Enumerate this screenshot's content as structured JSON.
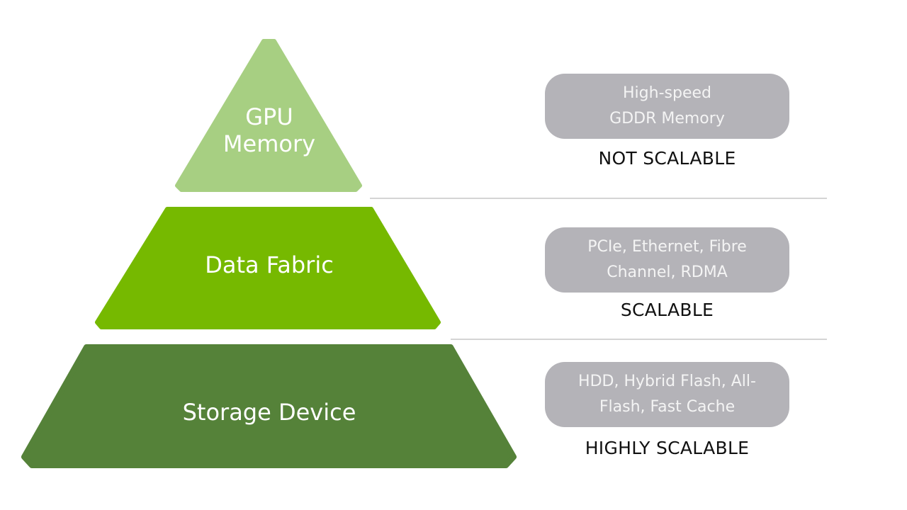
{
  "colors": {
    "tier_top": "#a7cf82",
    "tier_middle": "#76b900",
    "tier_bottom": "#558239",
    "pill_background": "#b4b3b8",
    "pill_text": "#f4f4f4",
    "divider": "#d4d4d4",
    "scale_text": "#111111"
  },
  "tiers": [
    {
      "label_lines": [
        "GPU",
        "Memory"
      ],
      "description_lines": [
        "High-speed",
        "GDDR Memory"
      ],
      "scalability": "NOT SCALABLE"
    },
    {
      "label": "Data Fabric",
      "description_lines": [
        "PCIe, Ethernet, Fibre",
        "Channel, RDMA"
      ],
      "scalability": "SCALABLE"
    },
    {
      "label": "Storage Device",
      "description_lines": [
        "HDD, Hybrid Flash, All-",
        "Flash, Fast Cache"
      ],
      "scalability": "HIGHLY SCALABLE"
    }
  ]
}
